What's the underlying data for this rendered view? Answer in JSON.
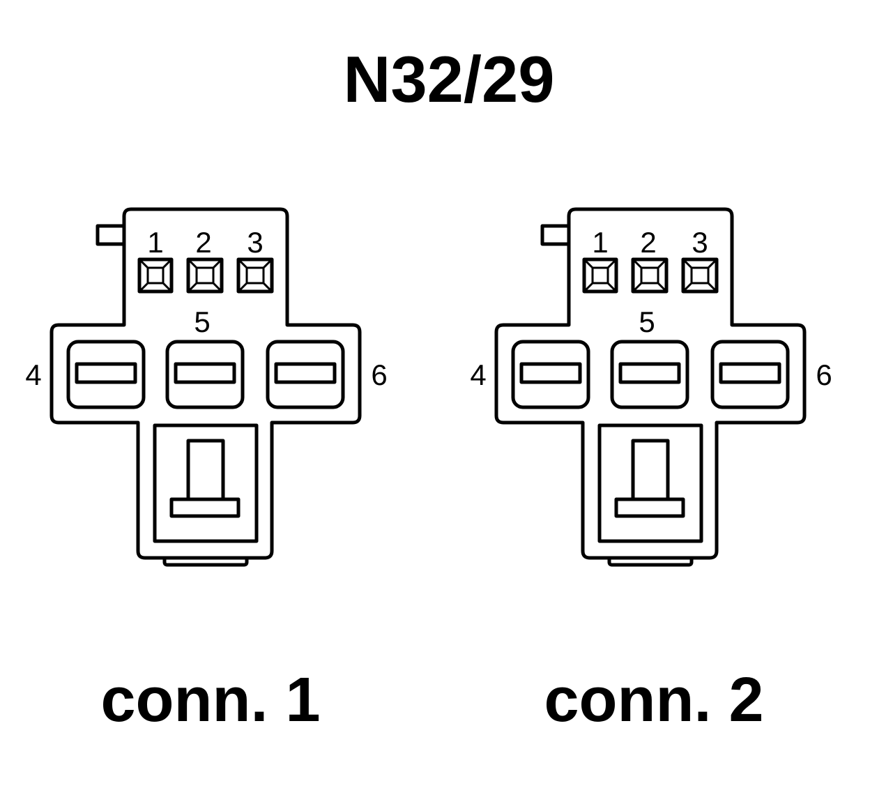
{
  "title": "N32/29",
  "connectors": [
    {
      "caption": "conn. 1",
      "pins": {
        "p1": "1",
        "p2": "2",
        "p3": "3",
        "p4": "4",
        "p5": "5",
        "p6": "6"
      }
    },
    {
      "caption": "conn. 2",
      "pins": {
        "p1": "1",
        "p2": "2",
        "p3": "3",
        "p4": "4",
        "p5": "5",
        "p6": "6"
      }
    }
  ],
  "colors": {
    "line": "#000000",
    "background": "#ffffff"
  }
}
